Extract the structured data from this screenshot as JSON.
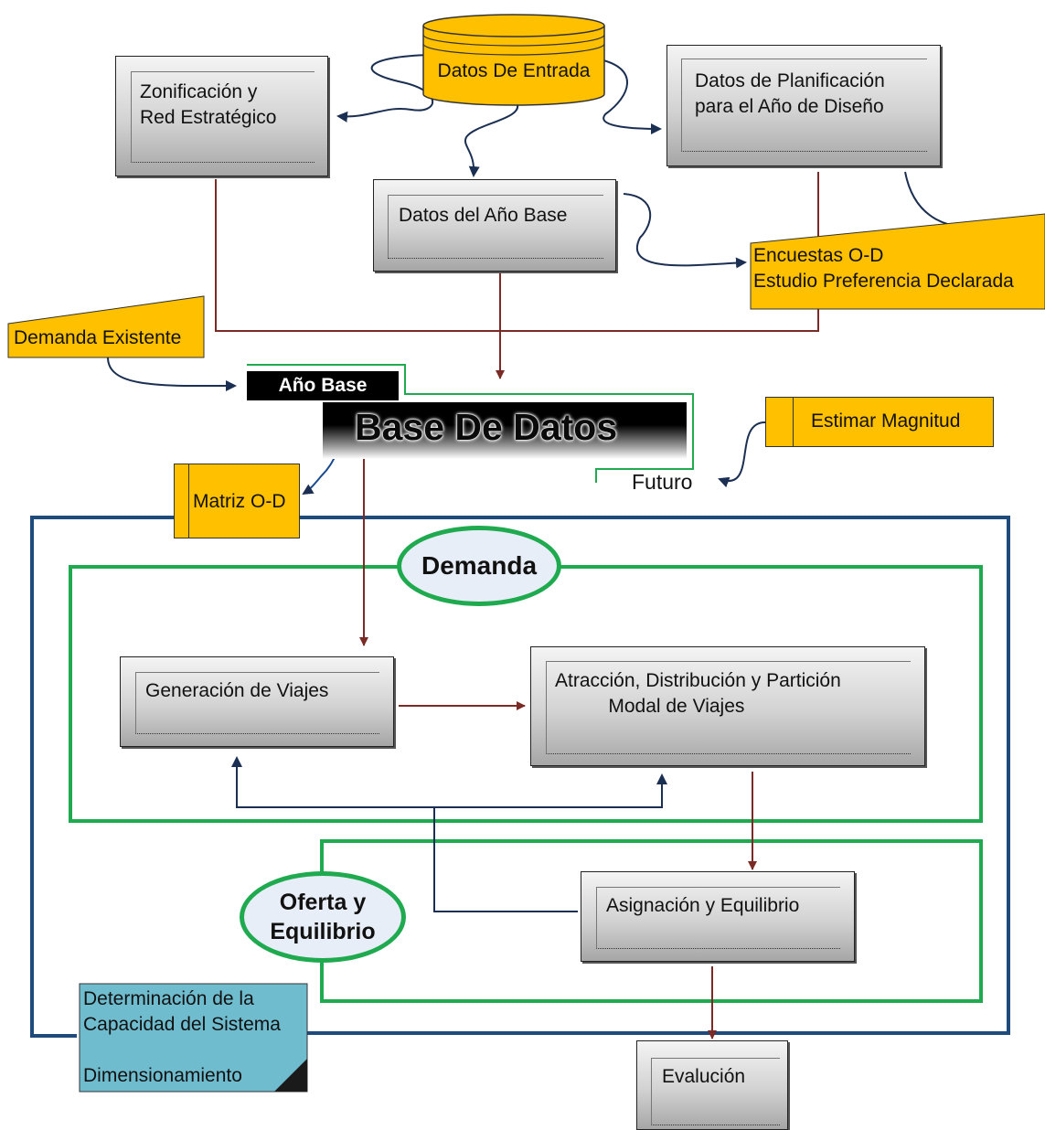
{
  "colors": {
    "box_gradient_top": "#f4f4f4",
    "box_gradient_bottom": "#a6a6a6",
    "yellow_box": "#ffc000",
    "blue_box": "#70bccf",
    "green_frame": "#1faa4f",
    "navy_frame": "#1f4a7c",
    "brown_arrow": "#7b2b25",
    "navy_arrow": "#1a2f52",
    "ellipse_fill": "#e8eef7"
  },
  "nodes": {
    "datos_entrada": "Datos De Entrada",
    "zonificacion": "Zonificación y\nRed Estratégico",
    "datos_planificacion": "Datos de Planificación\npara el Año de Diseño",
    "datos_ano_base": "Datos del Año Base",
    "encuestas": "Encuestas O-D\nEstudio Preferencia Declarada",
    "demanda_existente": "Demanda Existente",
    "ano_base": "Año Base",
    "base_de_datos": "Base De Datos",
    "estimar_magnitud": "Estimar Magnitud",
    "futuro": "Futuro",
    "matriz_od": "Matriz O-D",
    "demanda": "Demanda",
    "generacion": "Generación de Viajes",
    "atraccion": "Atracción, Distribución y Partición\n          Modal de Viajes",
    "oferta": "Oferta y\nEquilibrio",
    "asignacion": "Asignación y Equilibrio",
    "capacidad": "Determinación de la\nCapacidad del Sistema\n\nDimensionamiento",
    "evaluacion": "Evalución"
  }
}
